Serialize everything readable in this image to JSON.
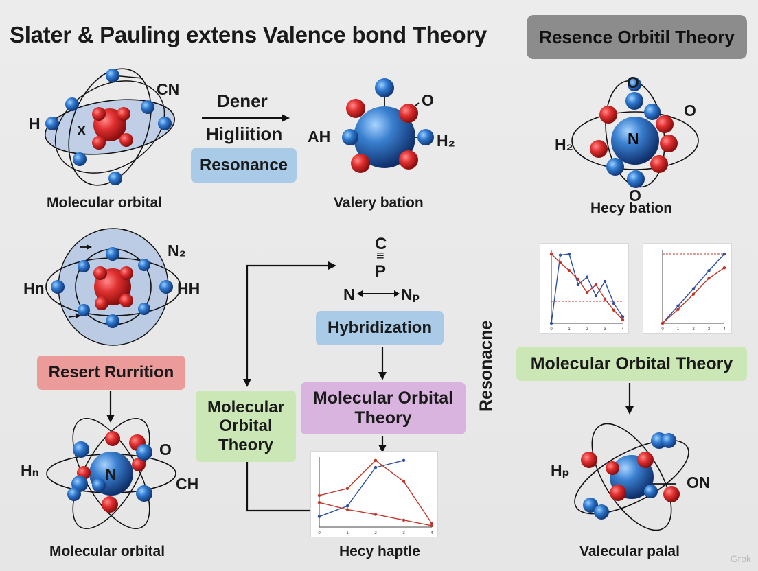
{
  "title": "Slater & Pauling extens Valence bond Theory",
  "top_right_box": "Resence Orbitil Theory",
  "arrow_labels": {
    "dener": "Dener",
    "higlition": "Higliition"
  },
  "tags": {
    "resonance": "Resonance",
    "resert_rurrition": "Resert Rurrition",
    "mo_theory_green": "Molecular Orbital Theory",
    "hybridization": "Hybridization",
    "mo_theory_purple": "Molecular Orbital Theory",
    "mo_theory_right": "Molecular Orbital Theory"
  },
  "vertical_label": "Resonacne",
  "captions": {
    "top_left": "Molecular orbital",
    "top_center": "Valery bation",
    "top_right": "Hecy bation",
    "bottom_left": "Molecular orbital",
    "bottom_center": "Hecy haptle",
    "bottom_right": "Valecular palal"
  },
  "atom_labels": {
    "a1_h": "H",
    "a1_cn": "CN",
    "a1_x": "X",
    "a2_ah": "AH",
    "a2_o": "O",
    "a2_h2": "H₂",
    "a3_o_top": "O",
    "a3_o_right": "O",
    "a3_h2": "H₂",
    "a3_n": "N",
    "a3_o_bottom": "O",
    "a4_hn": "Hn",
    "a4_hh": "HH",
    "a4_n2": "N₂",
    "a5_hn": "Hₙ",
    "a5_o": "O",
    "a5_ch": "CH",
    "a5_n": "N",
    "a6_hp": "Hₚ",
    "a6_on": "ON",
    "center_c": "C",
    "center_eq": "≡",
    "center_p": "P",
    "center_n": "N",
    "center_np": "Nₚ"
  },
  "colors": {
    "red_atom": "#d42a2a",
    "blue_atom": "#2f6fc0",
    "orbital_fill": "#9db8e0",
    "arrow": "#111111"
  },
  "watermark": "Grok",
  "chart_data": [
    {
      "type": "line",
      "x": [
        0,
        0.5,
        1,
        1.5,
        2,
        2.5,
        3,
        3.5,
        4
      ],
      "series": [
        {
          "color": "#2f4fa0",
          "values": [
            0,
            6.2,
            6.3,
            3.5,
            4.2,
            2.5,
            3.8,
            1.8,
            0.6
          ]
        },
        {
          "color": "#c0392b",
          "values": [
            6.3,
            5.5,
            4.8,
            4.0,
            2.8,
            3.5,
            2.2,
            1.2,
            0.3
          ]
        }
      ],
      "reference_lines": [
        {
          "y": 2,
          "color": "#c0392b",
          "style": "dashed"
        }
      ],
      "tick_labels": [
        "0",
        "1",
        "2",
        "3",
        "4"
      ]
    },
    {
      "type": "line",
      "x": [
        0,
        1,
        2,
        3,
        4
      ],
      "series": [
        {
          "color": "#2f4fa0",
          "values": [
            0,
            2.5,
            5,
            7.6,
            10
          ]
        },
        {
          "color": "#c0392b",
          "values": [
            0,
            2.0,
            4.2,
            6.5,
            8.0
          ]
        }
      ],
      "reference_lines": [
        {
          "y": 10,
          "color": "#c0392b",
          "style": "dashed"
        }
      ],
      "tick_labels": [
        "0",
        "1",
        "2",
        "3",
        "4"
      ]
    },
    {
      "type": "line",
      "x": [
        0,
        1,
        2,
        3,
        4
      ],
      "series": [
        {
          "color": "#2f4fa0",
          "values": [
            1.5,
            3.0,
            8.5,
            9.5
          ]
        },
        {
          "color": "#c0392b",
          "values": [
            4.5,
            5.5,
            9.5,
            6.5,
            0.5
          ]
        },
        {
          "color": "#c0392b",
          "values": [
            3.5,
            2.5,
            1.8,
            1.0,
            0.2
          ]
        }
      ],
      "tick_labels": [
        "0",
        "1",
        "2",
        "3",
        "4"
      ]
    }
  ]
}
